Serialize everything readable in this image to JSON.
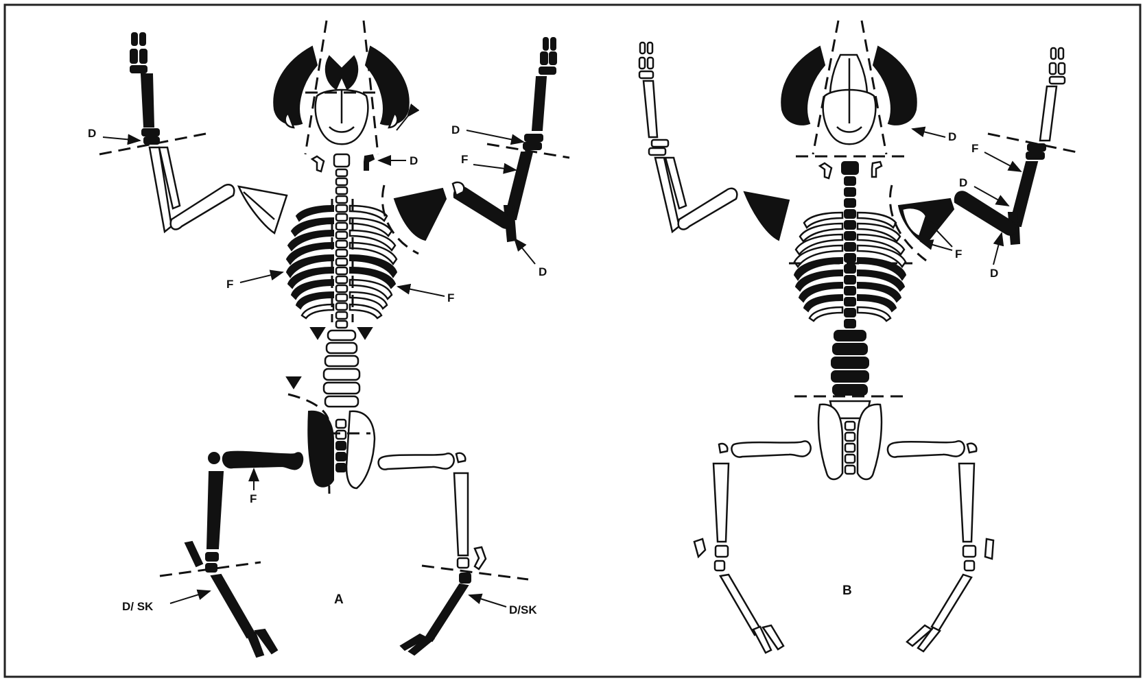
{
  "panels": [
    {
      "id": "A",
      "label": "A"
    },
    {
      "id": "B",
      "label": "B"
    }
  ],
  "labels": {
    "d": "D",
    "f": "F",
    "d_sk": "D/ SK",
    "d_sk_right": "D/SK"
  },
  "colors": {
    "background": "#ffffff",
    "ink": "#111111",
    "frame": "#222222"
  }
}
